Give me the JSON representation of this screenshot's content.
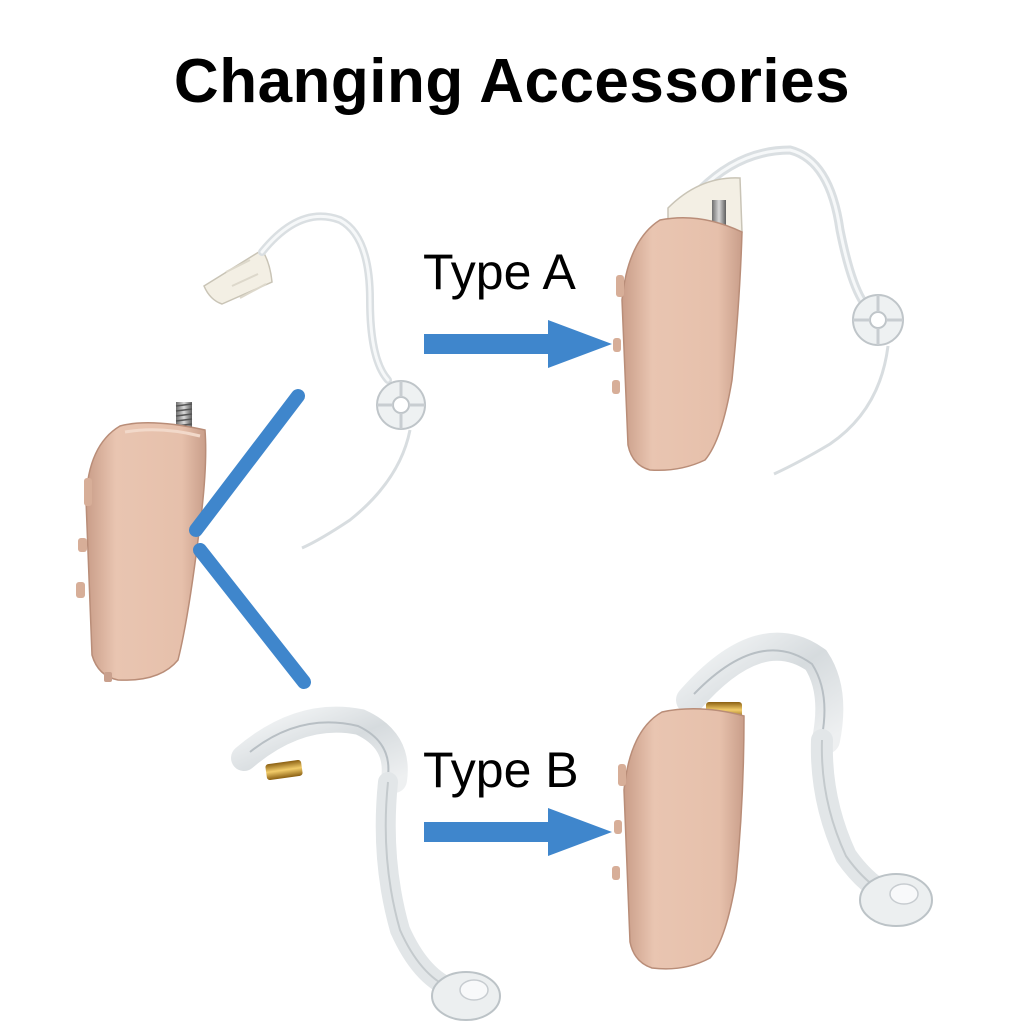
{
  "title": "Changing Accessories",
  "options": [
    {
      "label": "Type A"
    },
    {
      "label": "Type B"
    }
  ],
  "colors": {
    "arrow": "#3f86cc",
    "device_body": "#e7c1ac",
    "device_shadow": "#c9a08d",
    "tube": "#d8dde0",
    "brass": "#c8962f"
  }
}
